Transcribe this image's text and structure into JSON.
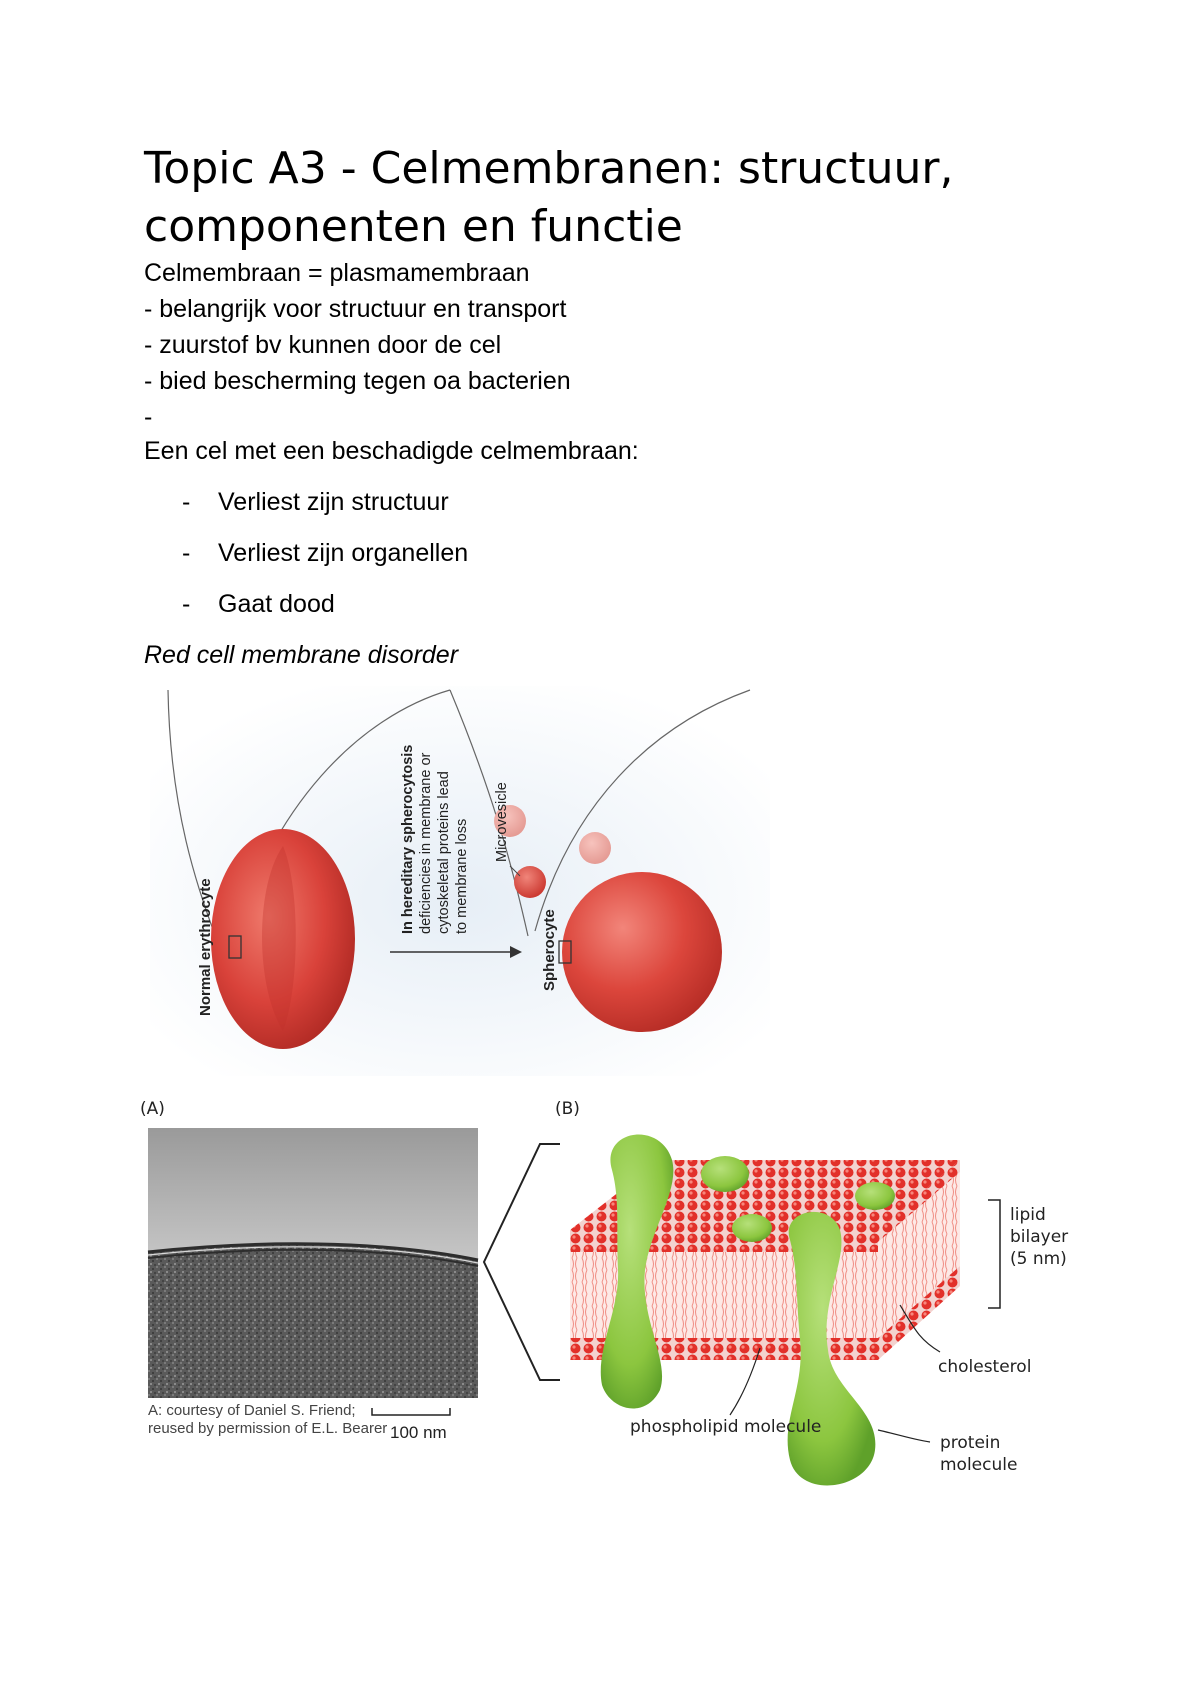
{
  "title": "Topic A3 - Celmembranen: structuur, componenten en functie",
  "lines": [
    "Celmembraan = plasmamembraan",
    "- belangrijk voor structuur en transport",
    "- zuurstof bv kunnen door de cel",
    "- bied bescherming tegen oa bacterien",
    "-",
    "Een cel met een beschadigde celmembraan:"
  ],
  "bullets": [
    "Verliest zijn structuur",
    "Verliest zijn organellen",
    "Gaat dood"
  ],
  "bullet_dash": "-",
  "figure_heading": "Red cell membrane disorder",
  "figure1": {
    "normal_label": "Normal erythrocyte",
    "spherocyte_label": "Spherocyte",
    "microvesicle_label": "Microvesicle",
    "arrow_text": [
      "In hereditary spherocytosis",
      "deficiencies in membrane or",
      "cytoskeletal proteins lead",
      "to membrane loss"
    ]
  },
  "figure2": {
    "panel_a": "(A)",
    "panel_b": "(B)",
    "credit_line1": "A: courtesy of Daniel S. Friend;",
    "credit_line2": "reused by permission of E.L. Bearer",
    "scale_bar": "100 nm",
    "lipid_bilayer": [
      "lipid",
      "bilayer",
      "(5 nm)"
    ],
    "cholesterol": "cholesterol",
    "phospholipid": "phospholipid molecule",
    "protein": [
      "protein",
      "molecule"
    ]
  },
  "colors": {
    "cell_red": "#d9423a",
    "membrane_red": "#e8302a",
    "protein_green": "#8cc63f",
    "tail_pink": "#f4a6a0"
  }
}
